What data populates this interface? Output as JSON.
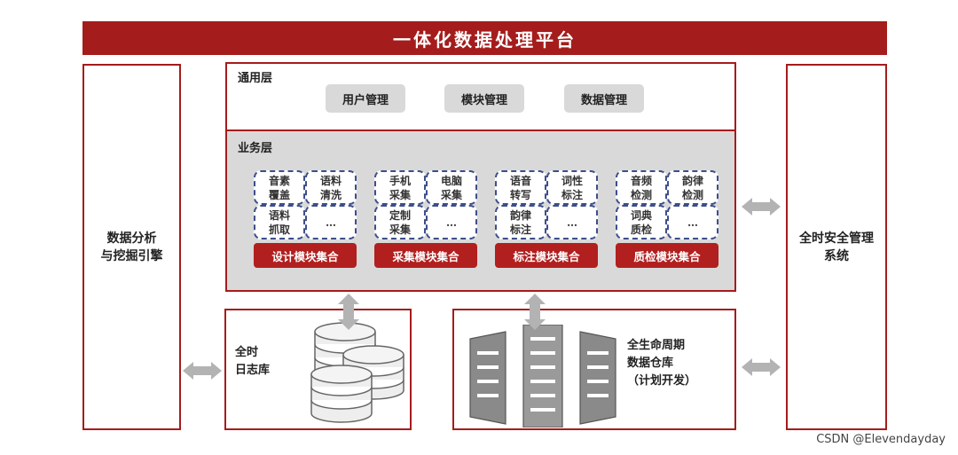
{
  "title": "一体化数据处理平台",
  "left_engine": {
    "line1": "数据分析",
    "line2": "与挖掘引擎"
  },
  "right_security": {
    "line1": "全时安全管理",
    "line2": "系统"
  },
  "general_layer": {
    "label": "通用层",
    "buttons": [
      "用户管理",
      "模块管理",
      "数据管理"
    ]
  },
  "business_layer": {
    "label": "业务层",
    "groups": [
      {
        "cells": [
          [
            "音素",
            "覆盖"
          ],
          [
            "语料",
            "清洗"
          ],
          [
            "语料",
            "抓取"
          ],
          [
            "…",
            ""
          ]
        ],
        "collection": "设计模块集合"
      },
      {
        "cells": [
          [
            "手机",
            "采集"
          ],
          [
            "电脑",
            "采集"
          ],
          [
            "定制",
            "采集"
          ],
          [
            "…",
            ""
          ]
        ],
        "collection": "采集模块集合"
      },
      {
        "cells": [
          [
            "语音",
            "转写"
          ],
          [
            "词性",
            "标注"
          ],
          [
            "韵律",
            "标注"
          ],
          [
            "…",
            ""
          ]
        ],
        "collection": "标注模块集合"
      },
      {
        "cells": [
          [
            "音频",
            "检测"
          ],
          [
            "韵律",
            "检测"
          ],
          [
            "词典",
            "质检"
          ],
          [
            "…",
            ""
          ]
        ],
        "collection": "质检模块集合"
      }
    ]
  },
  "log_db": {
    "line1": "全时",
    "line2": "日志库"
  },
  "warehouse": {
    "line1": "全生命周期",
    "line2": "数据仓库",
    "line3": "（计划开发）"
  },
  "watermark": "CSDN @Elevendayday",
  "colors": {
    "accent_red": "#a51c1c",
    "gray": "#d9d9d9",
    "dashed_blue": "#3d4e8a"
  }
}
